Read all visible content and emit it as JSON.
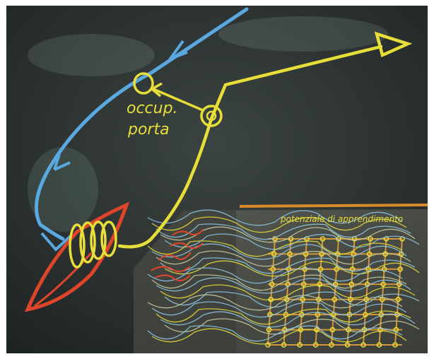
{
  "photo": {
    "labels": {
      "occupancy": "occup.",
      "port": "porta",
      "learning_potential": "potenziale di apprendimento"
    },
    "colors": {
      "blackboard": "#2f3634",
      "lower_panel": "#4a4c45",
      "blue_chalk": "#5aa8e0",
      "yellow_chalk": "#e8de3a",
      "red_chalk": "#e0442a",
      "orange_chalk": "#e0a03a",
      "light_blue_chalk": "#8ec8e8"
    },
    "icons": [
      "arrowhead-icon",
      "dendrite-tree-icon"
    ]
  }
}
